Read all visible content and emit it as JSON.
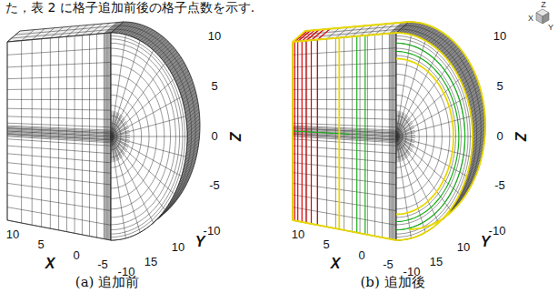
{
  "diagram": {
    "labels": [
      "た，表 2 に格子追加前後の格子点数を示す.",
      "10",
      "5",
      "0",
      "-5",
      "-10",
      "Z",
      "10",
      "5",
      "0",
      "-5",
      "-10",
      "X",
      "15",
      "10",
      "Y",
      "(a) 追加前",
      "10",
      "5",
      "0",
      "-5",
      "-10",
      "Z",
      "10",
      "5",
      "0",
      "-5",
      "-10",
      "X",
      "15",
      "10",
      "Y",
      "(b) 追加後",
      "Z",
      "X",
      "Y"
    ]
  }
}
